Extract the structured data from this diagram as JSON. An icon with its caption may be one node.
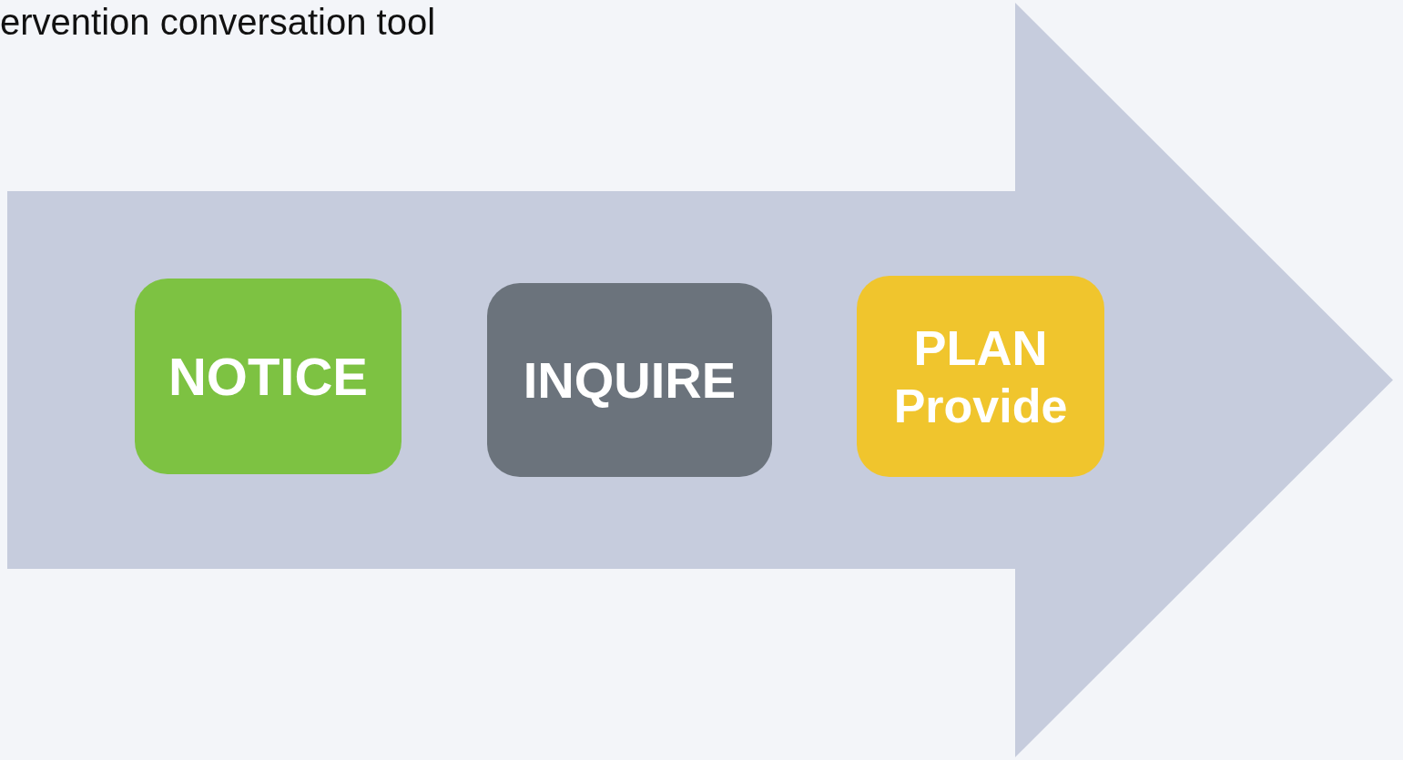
{
  "diagram": {
    "title": "ervention conversation tool",
    "nodes": [
      {
        "text": [],
        "shape": "arrow"
      },
      {
        "text": [
          "NOTICE"
        ],
        "in": 0
      },
      {
        "text": [
          "INQUIRE"
        ],
        "in": 0
      },
      {
        "text": [
          "PLAN",
          "Provide"
        ],
        "in": 0
      }
    ]
  }
}
